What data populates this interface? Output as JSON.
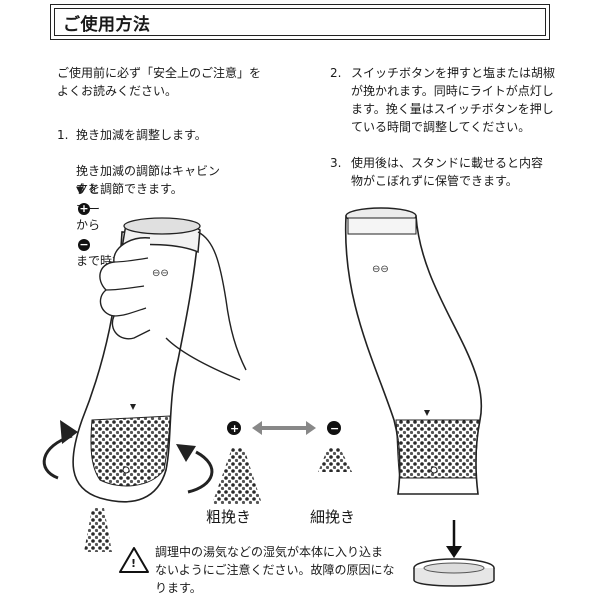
{
  "header": {
    "title": "ご使用方法"
  },
  "intro": "ご使用前に必ず「安全上のご注意」を\nよくお読みください。",
  "step1": {
    "number": "1.",
    "line1": "挽き加減を調整します。",
    "line2_a": "挽き加減の調節はキャビン",
    "line2_b": "マー",
    "line3_a": "クを",
    "line3_b": "から",
    "line3_c": "まで時計回りに回",
    "line4": "すと調節できます。"
  },
  "step2": {
    "number": "2.",
    "text": "スイッチボタンを押すと塩または胡椒\nが挽かれます。同時にライトが点灯し\nます。挽く量はスイッチボタンを押し\nている時間で調整してください。"
  },
  "step3": {
    "number": "3.",
    "text": "使用後は、スタンドに載せると内容\n物がこぼれずに保管できます。"
  },
  "labels": {
    "coarse": "粗挽き",
    "fine": "細挽き"
  },
  "symbols": {
    "plus": "+",
    "minus": "−"
  },
  "icons": {
    "triangle": "▼"
  },
  "warning": {
    "text": "調理中の湯気などの湿気が本体に入り込ま\nないようにご注意ください。故障の原因にな\nります。",
    "symbol": "!"
  }
}
